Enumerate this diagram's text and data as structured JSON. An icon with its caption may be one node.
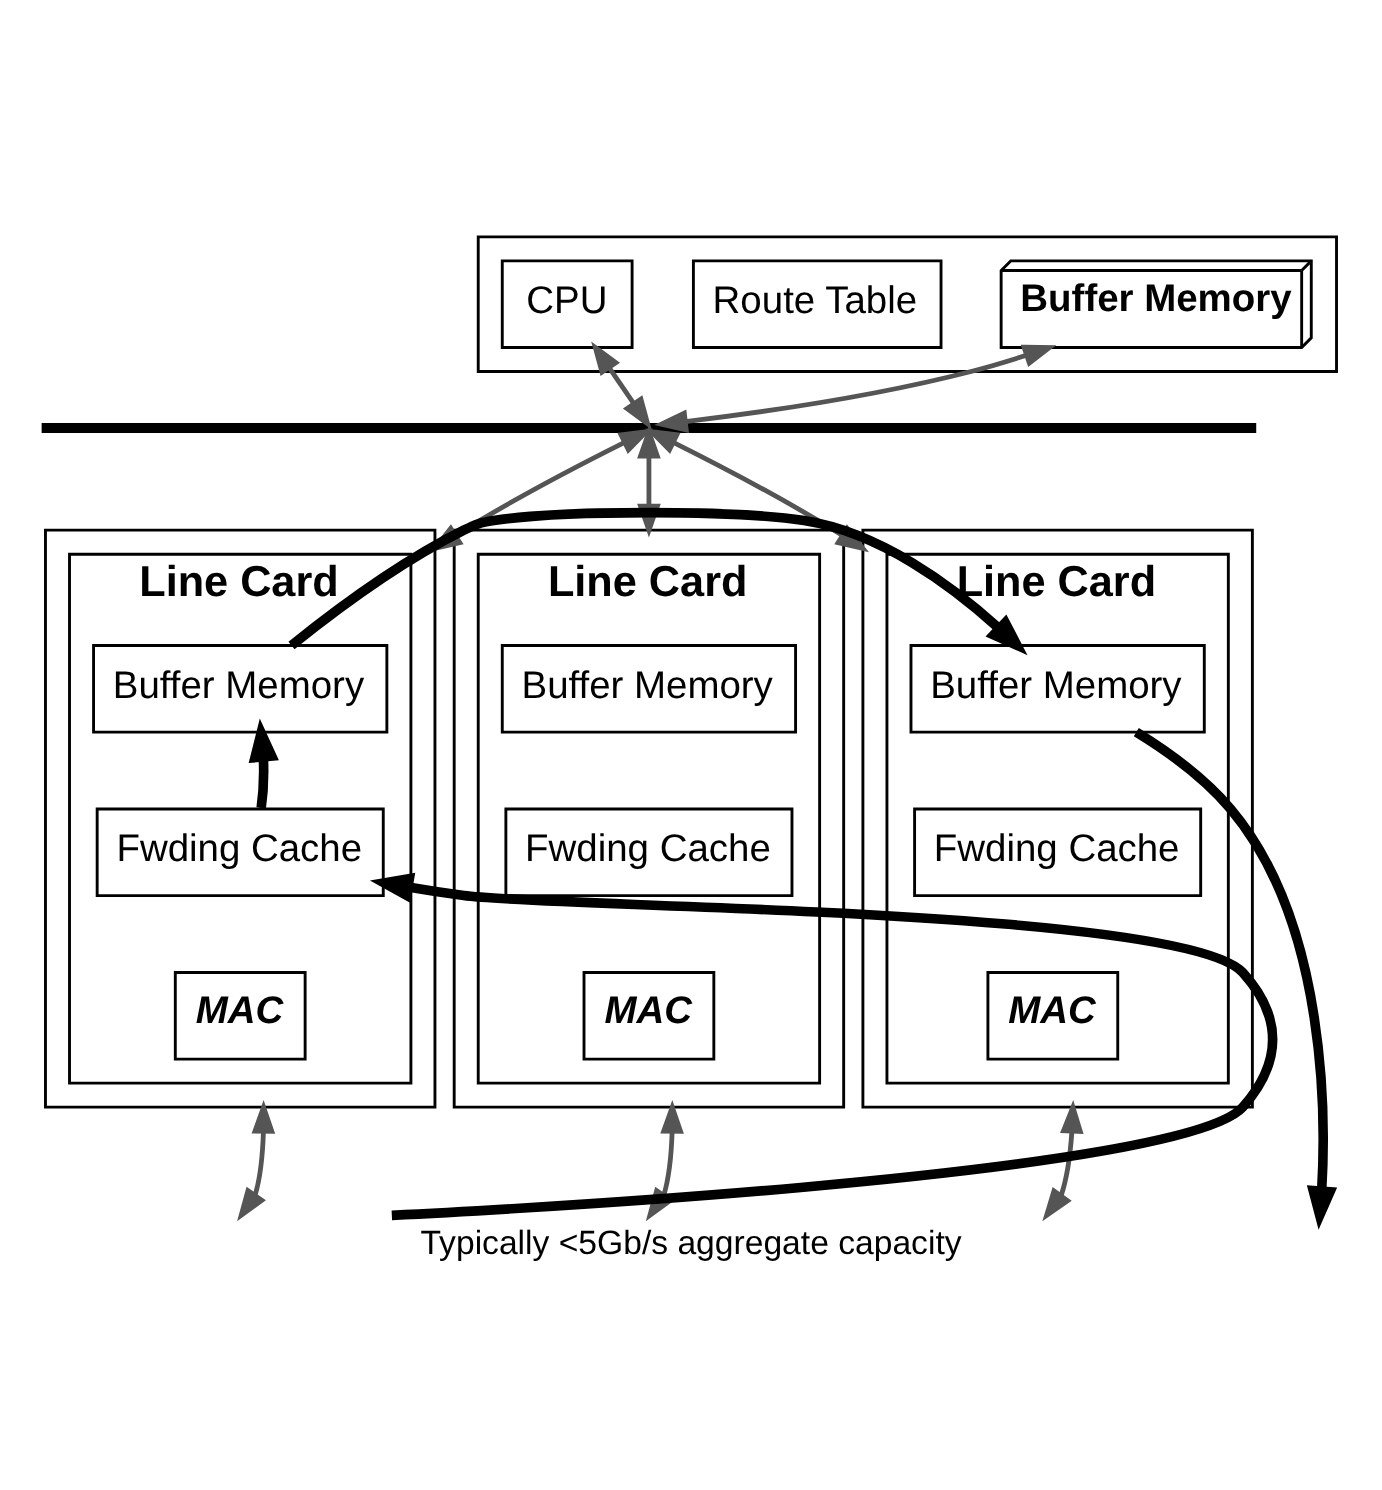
{
  "diagram": {
    "caption": "Typically <5Gb/s aggregate capacity",
    "nodes": [
      {
        "text": [],
        "shape": "box"
      },
      {
        "text": [
          "CPU"
        ],
        "in": 0
      },
      {
        "text": [
          "Route Table"
        ],
        "in": 0
      },
      {
        "text": [
          "Buffer Memory"
        ],
        "in": 0
      },
      {
        "text": [],
        "shape": "bar"
      },
      {
        "text": [],
        "shape": "box"
      },
      {
        "text": [
          "Line Card"
        ],
        "in": 5
      },
      {
        "text": [
          "Buffer Memory"
        ],
        "in": 6
      },
      {
        "text": [
          "Fwding Cache"
        ],
        "in": 6
      },
      {
        "text": [
          "MAC"
        ],
        "in": 6
      },
      {
        "text": [],
        "shape": "box"
      },
      {
        "text": [
          "Line Card"
        ],
        "in": 10
      },
      {
        "text": [
          "Buffer Memory"
        ],
        "in": 11
      },
      {
        "text": [
          "Fwding Cache"
        ],
        "in": 11
      },
      {
        "text": [
          "MAC"
        ],
        "in": 11
      },
      {
        "text": [],
        "shape": "box"
      },
      {
        "text": [
          "Line Card"
        ],
        "in": 15
      },
      {
        "text": [
          "Buffer Memory"
        ],
        "in": 16
      },
      {
        "text": [
          "Fwding Cache"
        ],
        "in": 16
      },
      {
        "text": [
          "MAC"
        ],
        "in": 16
      }
    ],
    "edges": [
      {
        "from": 1,
        "to": 4,
        "arrow": "both"
      },
      {
        "from": 3,
        "to": 4,
        "arrow": "both"
      },
      {
        "from": 4,
        "to": 5,
        "arrow": "both"
      },
      {
        "from": 4,
        "to": 10,
        "arrow": "both"
      },
      {
        "from": 4,
        "to": 15,
        "arrow": "both"
      },
      {
        "from": 5,
        "to": null,
        "arrow": "both"
      },
      {
        "from": 10,
        "to": null,
        "arrow": "both"
      },
      {
        "from": 15,
        "to": null,
        "arrow": "both"
      },
      {
        "from": null,
        "to": 8,
        "arrow": "to",
        "style": "thick",
        "color": "#000000"
      },
      {
        "from": 8,
        "to": 7,
        "arrow": "to",
        "style": "thick",
        "color": "#000000"
      },
      {
        "from": 7,
        "to": 17,
        "arrow": "to",
        "style": "thick",
        "color": "#000000"
      },
      {
        "from": 17,
        "to": null,
        "arrow": "to",
        "style": "thick",
        "color": "#000000"
      }
    ]
  }
}
